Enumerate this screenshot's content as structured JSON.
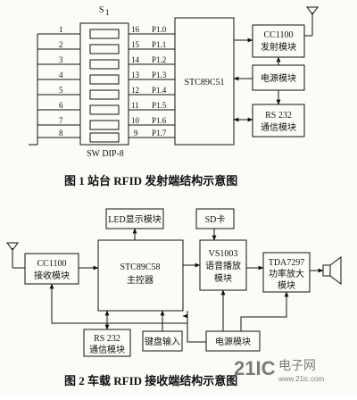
{
  "figure1": {
    "caption": "图 1   站台 RFID 发射端结构示意图",
    "dip_label": "S",
    "dip_label_sub": "1",
    "dip_name": "SW DIP-8",
    "left_pins": [
      "1",
      "2",
      "3",
      "4",
      "5",
      "6",
      "7",
      "8"
    ],
    "right_pins": [
      "16",
      "15",
      "14",
      "13",
      "12",
      "11",
      "10",
      "9"
    ],
    "ports": [
      "P1.0",
      "P1.1",
      "P1.2",
      "P1.3",
      "P1.4",
      "P1.5",
      "P1.6",
      "P1.7"
    ],
    "mcu": "STC89C51",
    "rf_line1": "CC1100",
    "rf_line2": "发射模块",
    "power": "电源模块",
    "rs232_line1": "RS 232",
    "rs232_line2": "通信模块"
  },
  "figure2": {
    "caption": "图 2   车载 RFID 接收端结构示意图",
    "led": "LED显示模块",
    "sd": "SD卡",
    "rx_line1": "CC1100",
    "rx_line2": "接收模块",
    "mcu_line1": "STC89C58",
    "mcu_line2": "主控器",
    "vs_line1": "VS1003",
    "vs_line2": "语音播放",
    "vs_line3": "模块",
    "amp_line1": "TDA7297",
    "amp_line2": "功率放大",
    "amp_line3": "模块",
    "rs232_line1": "RS 232",
    "rs232_line2": "通信模块",
    "keyboard": "键盘输入",
    "power": "电源模块"
  },
  "watermark": {
    "brand": "21IC",
    "text": "电子网",
    "url": "www.21ic.com"
  }
}
